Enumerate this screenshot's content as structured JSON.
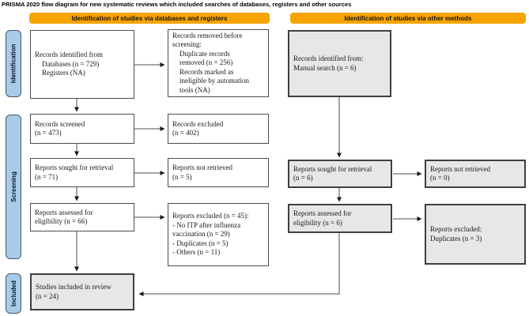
{
  "title": "PRISMA 2020 flow diagram for new systematic reviews which included searches of databases, registers and other sources",
  "headers": {
    "databases": "Identification of studies via databases and registers",
    "other": "Identification of studies via other methods"
  },
  "stages": {
    "identification": "Identification",
    "screening": "Screening",
    "included": "Included"
  },
  "boxes": {
    "records_identified_db": "Records identified from\n    Databases (n = 729)\n    Registers (NA)",
    "records_removed": "Records removed before\nscreening:\n    Duplicate records\n    removed (n = 256)\n    Records marked as\n    ineligible by automation\n    tools (NA)",
    "records_screened": "Records screened\n(n = 473)",
    "records_excluded": "Records excluded\n(n = 402)",
    "reports_sought_db": "Reports sought for retrieval\n(n = 71)",
    "reports_not_retrieved_db": "Reports not retrieved\n(n = 5)",
    "reports_assessed_db": "Reports assessed for\neligibility (n = 66)",
    "reports_excluded_db": "Reports excluded (n = 45):\n- No ITP after influenza\nvaccination (n = 29)\n- Duplicates (n = 5)\n- Others (n = 11)",
    "studies_included": "Studies included in review\n(n = 24)",
    "records_identified_other": "Records identified from:\nManual search (n = 6)",
    "reports_sought_other": "Reports sought for retrieval\n(n = 6)",
    "reports_not_retrieved_other": "Reports not retrieved\n(n = 0)",
    "reports_assessed_other": "Reports assessed for\neligibility (n = 6)",
    "reports_excluded_other": "Reports excluded:\nDuplicates (n = 3)"
  },
  "colors": {
    "header_bg": "#F5A402",
    "stage_fill": "#A9CBEA",
    "stage_border": "#44546A",
    "gray_box_fill": "#E7E7E7",
    "box_border": "#3F3F3F",
    "arrow": "#1a1a1a"
  }
}
